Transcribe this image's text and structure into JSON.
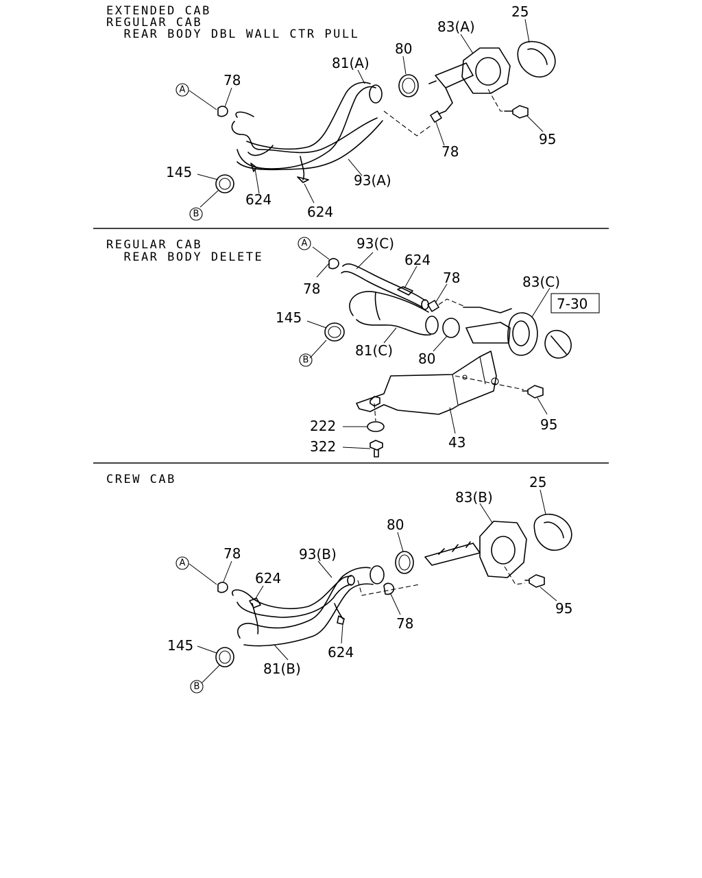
{
  "sections": [
    {
      "id": "extended-regular",
      "heading_lines": [
        "EXTENDED CAB",
        "REGULAR CAB",
        "  REAR BODY DBL WALL CTR PULL"
      ],
      "callouts": [
        "25",
        "83(A)",
        "80",
        "81(A)",
        "78",
        "78",
        "95",
        "93(A)",
        "145",
        "624",
        "624"
      ],
      "refs": [
        "A",
        "B"
      ]
    },
    {
      "id": "regular-delete",
      "heading_lines": [
        "REGULAR CAB",
        "  REAR BODY DELETE"
      ],
      "callouts": [
        "93(C)",
        "624",
        "78",
        "78",
        "83(C)",
        "145",
        "81(C)",
        "80",
        "95",
        "222",
        "322",
        "43"
      ],
      "refs": [
        "A",
        "B"
      ],
      "box_ref": "7-30"
    },
    {
      "id": "crew",
      "heading_lines": [
        "CREW CAB"
      ],
      "callouts": [
        "25",
        "83(B)",
        "80",
        "78",
        "93(B)",
        "624",
        "78",
        "95",
        "145",
        "81(B)",
        "624"
      ],
      "refs": [
        "A",
        "B"
      ]
    }
  ]
}
